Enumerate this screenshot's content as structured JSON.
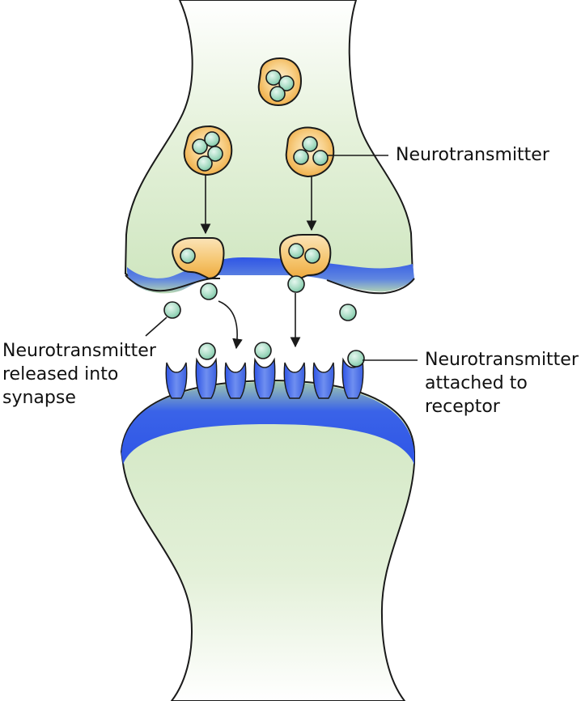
{
  "labels": {
    "neurotransmitter": "Neurotransmitter",
    "released": [
      "Neurotransmitter",
      "released into",
      "synapse"
    ],
    "attached": [
      "Neurotransmitter",
      "attached to",
      "receptor"
    ]
  },
  "colors": {
    "cell_fill": "#deeed2",
    "cell_outline": "#1a1a1a",
    "membrane_blue": "#3a5fe0",
    "vesicle_fill": "#f2b85a",
    "vesicle_light": "#fbe7c2",
    "molecule_fill": "#a8dcc4",
    "receptor_blue": "#4468e8"
  },
  "icons": {
    "molecule": "neurotransmitter-molecule-icon",
    "vesicle": "synaptic-vesicle-icon",
    "receptor": "receptor-icon",
    "arrow": "arrow-down-icon"
  }
}
